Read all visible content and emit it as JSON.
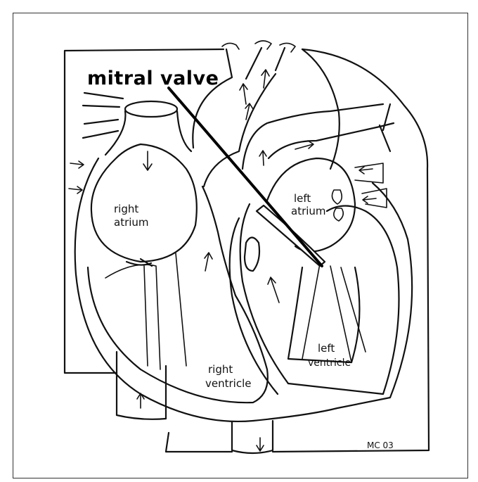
{
  "title": "mitral valve",
  "labels": {
    "right_atrium_1": "right",
    "right_atrium_2": "atrium",
    "left_atrium_1": "left",
    "left_atrium_2": "atrium",
    "right_ventricle_1": "right",
    "right_ventricle_2": "ventricle",
    "left_ventricle_1": "left",
    "left_ventricle_2": "ventricle"
  },
  "signature": "MC 03"
}
